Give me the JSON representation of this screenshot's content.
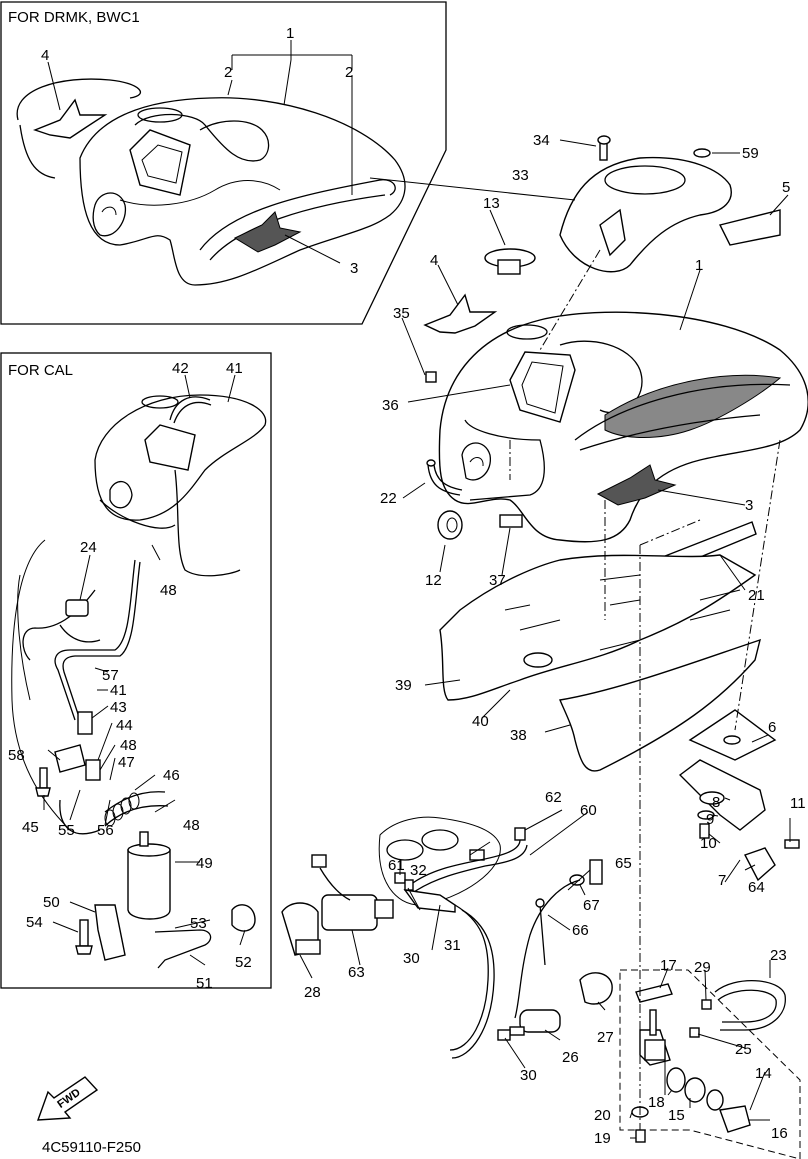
{
  "panels": {
    "drmk_title": "FOR DRMK, BWC1",
    "cal_title": "FOR CAL"
  },
  "drawing_code": "4C59110-F250",
  "fwd_label": "FWD",
  "callouts": {
    "drmk": [
      "1",
      "2",
      "2",
      "3",
      "4"
    ],
    "cal": [
      "41",
      "42",
      "24",
      "48",
      "57",
      "41",
      "43",
      "44",
      "48",
      "47",
      "46",
      "58",
      "45",
      "55",
      "56",
      "48",
      "49",
      "50",
      "54",
      "53",
      "52",
      "51"
    ],
    "main": [
      "34",
      "59",
      "33",
      "5",
      "13",
      "4",
      "1",
      "35",
      "36",
      "22",
      "3",
      "12",
      "37",
      "21",
      "39",
      "40",
      "38",
      "6",
      "11",
      "8",
      "9",
      "10",
      "7",
      "64",
      "62",
      "60",
      "61",
      "32",
      "65",
      "67",
      "66",
      "30",
      "31",
      "63",
      "28",
      "17",
      "29",
      "23",
      "27",
      "26",
      "25",
      "30",
      "14",
      "18",
      "15",
      "20",
      "16",
      "19"
    ]
  },
  "icons": [
    "fwd-arrow-icon"
  ]
}
